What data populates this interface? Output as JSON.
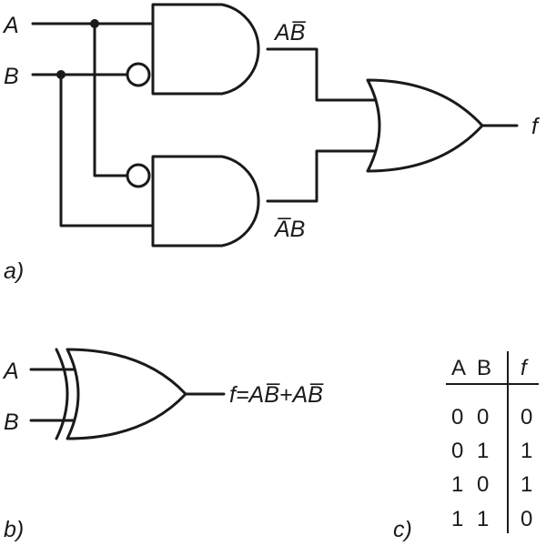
{
  "part_a": {
    "label": "a)",
    "input_a": "A",
    "input_b": "B",
    "term_top": "AB̅",
    "term_bottom": "A̅B",
    "output": "f"
  },
  "part_b": {
    "label": "b)",
    "input_a": "A",
    "input_b": "B",
    "equation": "f=AB̅+AB̅"
  },
  "part_c": {
    "label": "c)",
    "headers": [
      "A",
      "B",
      "f"
    ],
    "rows": [
      [
        "0",
        "0",
        "0"
      ],
      [
        "0",
        "1",
        "1"
      ],
      [
        "1",
        "0",
        "1"
      ],
      [
        "1",
        "1",
        "0"
      ]
    ]
  }
}
